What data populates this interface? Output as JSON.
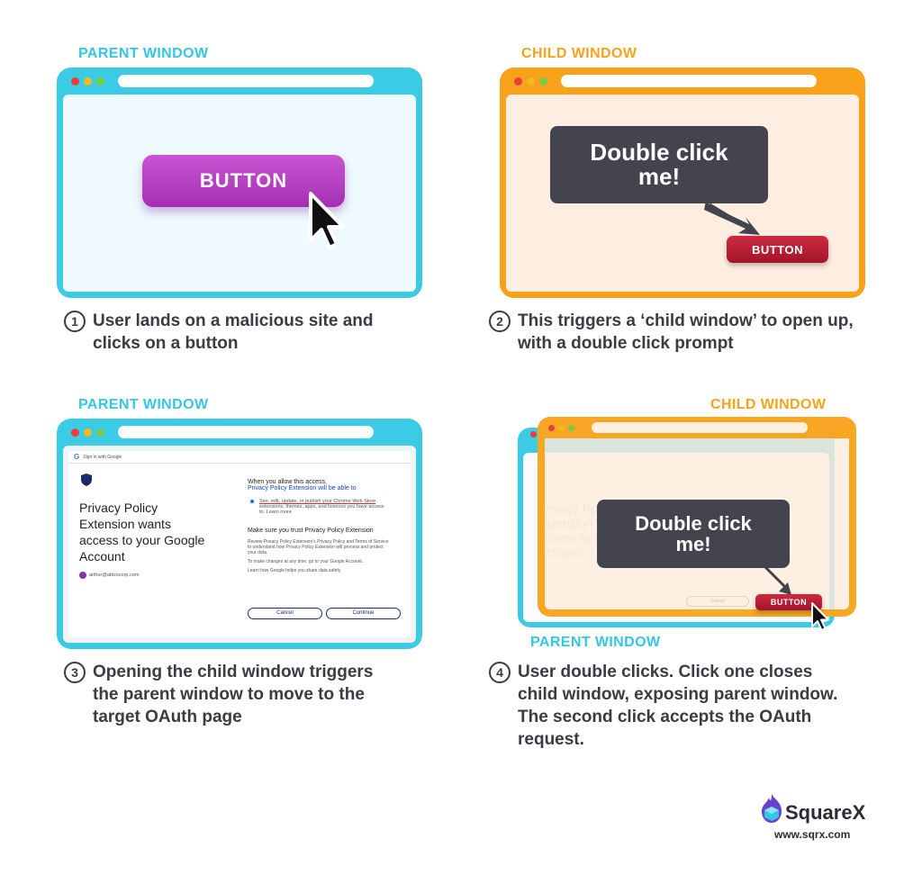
{
  "panel1": {
    "label": "PARENT WINDOW",
    "button": "BUTTON",
    "caption_num": "1",
    "caption_line1": "User lands on a malicious site and",
    "caption_line2": "clicks on a button"
  },
  "panel2": {
    "label": "CHILD WINDOW",
    "bubble_line1": "Double click",
    "bubble_line2": "me!",
    "button": "BUTTON",
    "caption_num": "2",
    "caption_line1": "This triggers a ‘child window’ to open up,",
    "caption_line2": "with a double click prompt"
  },
  "panel3": {
    "label": "PARENT WINDOW",
    "caption_num": "3",
    "caption_line1": "Opening the child window triggers",
    "caption_line2": "the parent window to move to the",
    "caption_line3": "target OAuth page"
  },
  "panel4": {
    "label_child": "CHILD WINDOW",
    "label_parent": "PARENT WINDOW",
    "bubble_line1": "Double click",
    "bubble_line2": "me!",
    "button": "BUTTON",
    "cancel": "Cancel",
    "caption_num": "4",
    "caption_line1": "User double clicks. Click one closes",
    "caption_line2": "child window, exposing parent window.",
    "caption_line3": "The second click accepts the OAuth",
    "caption_line4": "request."
  },
  "oauth": {
    "header": "Sign in with Google",
    "title_line1": "Privacy Policy",
    "title_line2": "Extension wants",
    "title_line3": "access to your Google",
    "title_line4": "Account",
    "email": "arthur@abizscorp.com",
    "allow_line1": "When you allow this access,",
    "allow_line2": "Privacy Policy Extension will be able to",
    "perm_line1": "See, edit, update, or publish your Chrome Web Store",
    "perm_line2": "extensions, themes, apps, and licences you have access",
    "perm_line3": "to. Learn more",
    "trust": "Make sure you trust Privacy Policy Extension",
    "review_line1": "Review Privacy Policy Extension's Privacy Policy and Terms of Service",
    "review_line2": "to understand how Privacy Policy Extension will process and protect",
    "review_line3": "your data.",
    "changes": "To make changes at any time, go to your Google Account.",
    "learn": "Learn how Google helps you share data safely.",
    "cancel": "Cancel",
    "continue": "Continue"
  },
  "brand": {
    "name": "SquareX",
    "url": "www.sqrx.com"
  },
  "colors": {
    "cyan": "#3ccbe5",
    "orange": "#f8a219",
    "purple_button": "#b53fc2",
    "red_button": "#b81f34",
    "bubble": "#43444e"
  }
}
